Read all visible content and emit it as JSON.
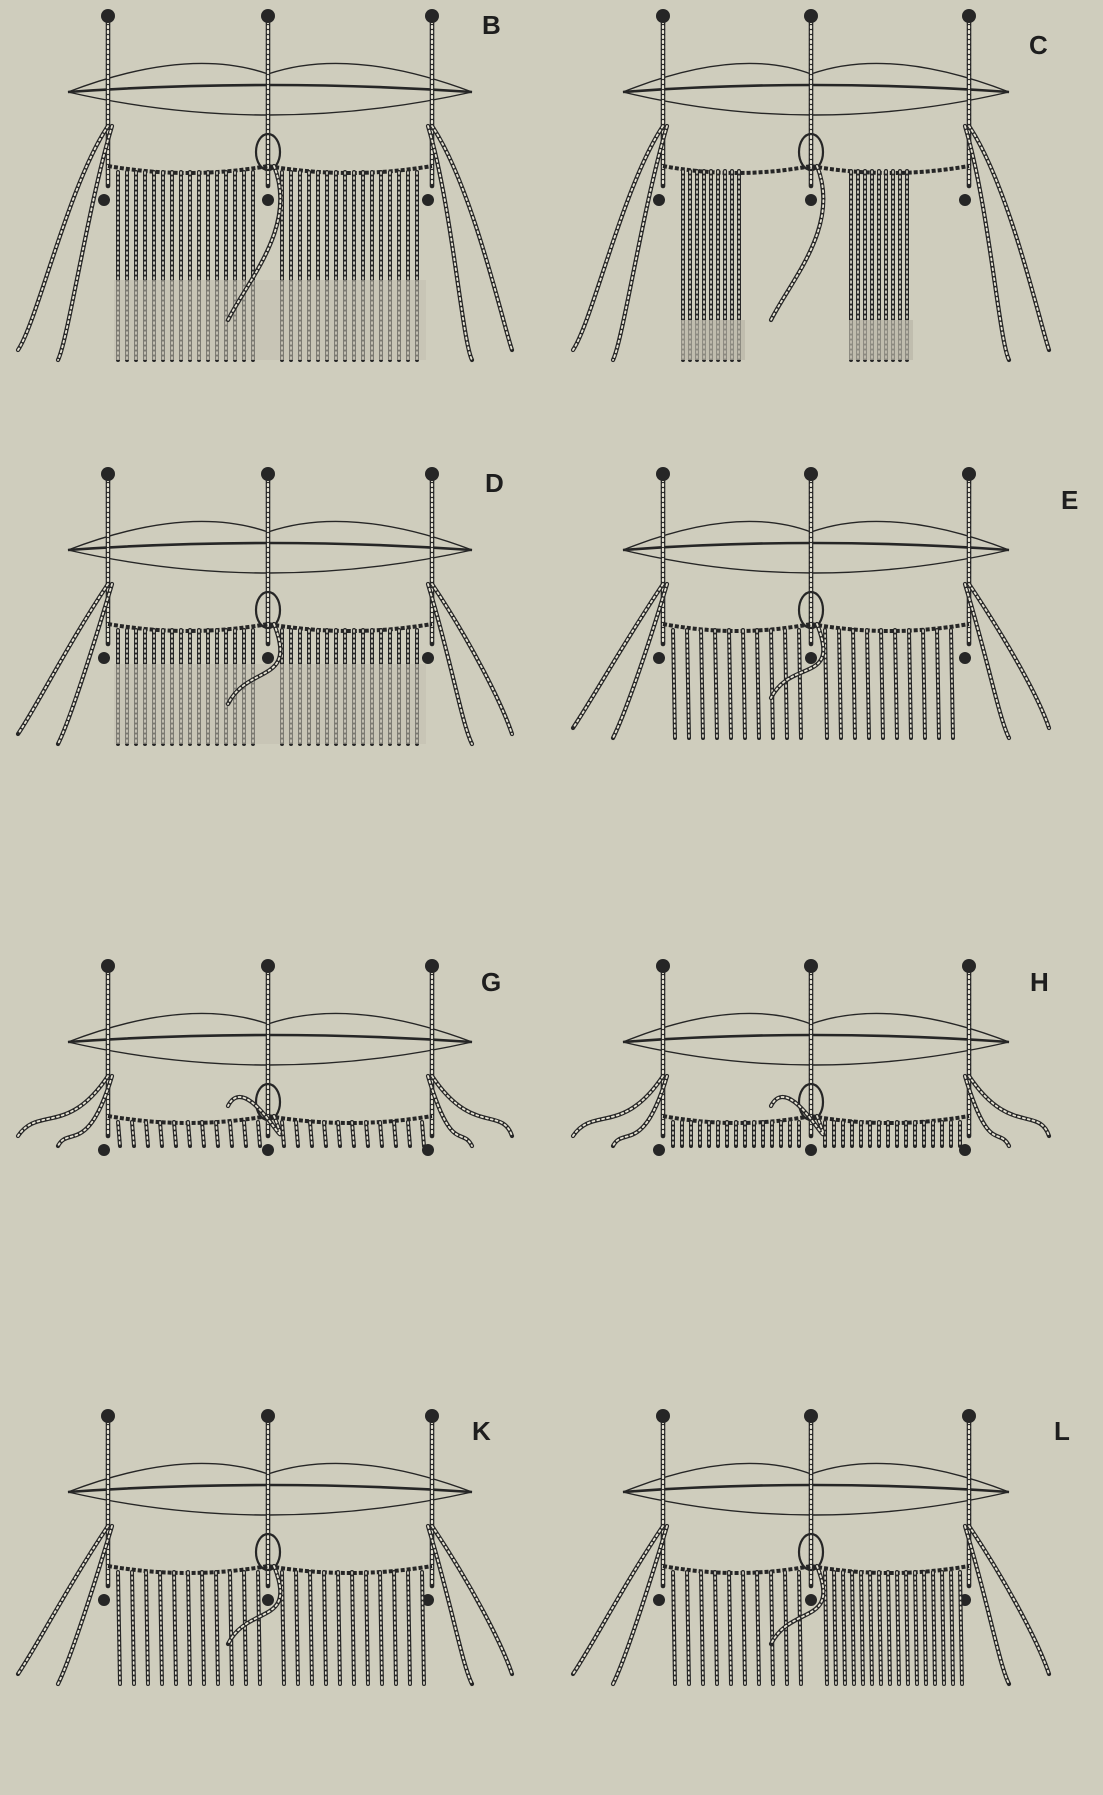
{
  "plate": {
    "background": "#cfcdbd",
    "ink": "#262626",
    "panels": [
      {
        "letter": "B",
        "variant": "dense-short"
      },
      {
        "letter": "C",
        "variant": "bundled"
      },
      {
        "letter": "D",
        "variant": "dense-short"
      },
      {
        "letter": "E",
        "variant": "open"
      },
      {
        "letter": "G",
        "variant": "open"
      },
      {
        "letter": "H",
        "variant": "dense"
      },
      {
        "letter": "K",
        "variant": "open"
      },
      {
        "letter": "L",
        "variant": "mixed"
      }
    ]
  }
}
